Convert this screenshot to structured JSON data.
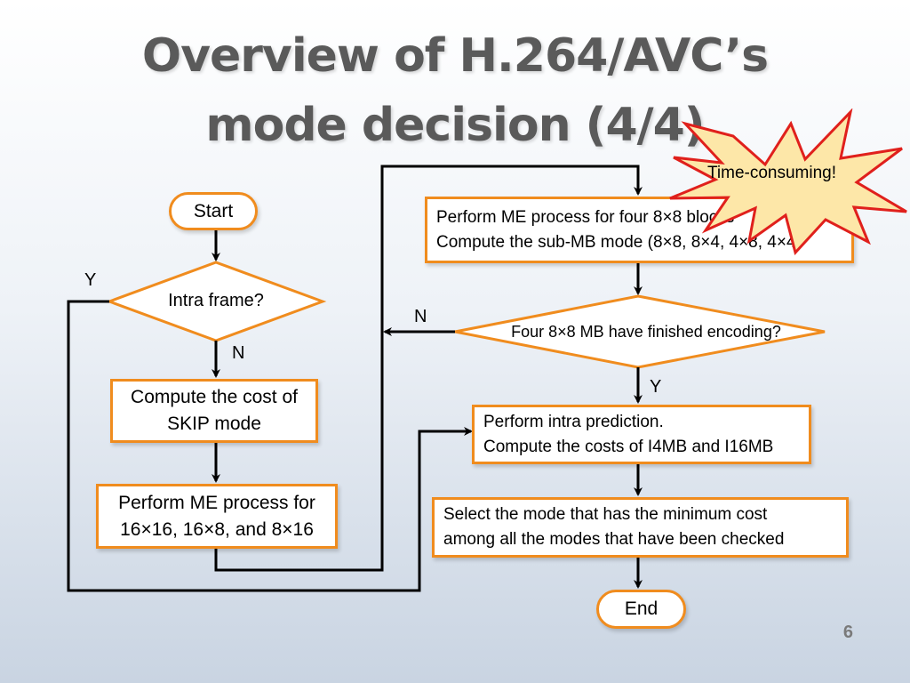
{
  "title": {
    "line1": "Overview of H.264/AVC’s",
    "line2": "mode decision (4/4)"
  },
  "nodes": {
    "start": "Start",
    "intra_frame": "Intra frame?",
    "skip_line1": "Compute the cost of",
    "skip_line2": "SKIP mode",
    "me16_line1": "Perform ME process for",
    "me16_line2": "16×16, 16×8, and 8×16",
    "me8_line1": "Perform ME process for four 8×8 blocks",
    "me8_line2": "Compute the sub-MB mode (8×8, 8×4, 4×8, 4×4)",
    "four8x8": "Four 8×8 MB have finished encoding?",
    "intra_line1": "Perform intra prediction.",
    "intra_line2": "Compute the costs of I4MB and I16MB",
    "select_line1": "Select the mode that has the minimum cost",
    "select_line2": "among all the modes that have been checked",
    "end": "End"
  },
  "edge_labels": {
    "intra_yes": "Y",
    "intra_no": "N",
    "four_no": "N",
    "four_yes": "Y"
  },
  "callout": {
    "text": "Time-consuming!",
    "fill": "#fde7a8",
    "stroke": "#e0201c"
  },
  "colors": {
    "node_border": "#f08c1e",
    "title": "#5a5a5a",
    "connector": "#000000"
  },
  "page_number": "6"
}
